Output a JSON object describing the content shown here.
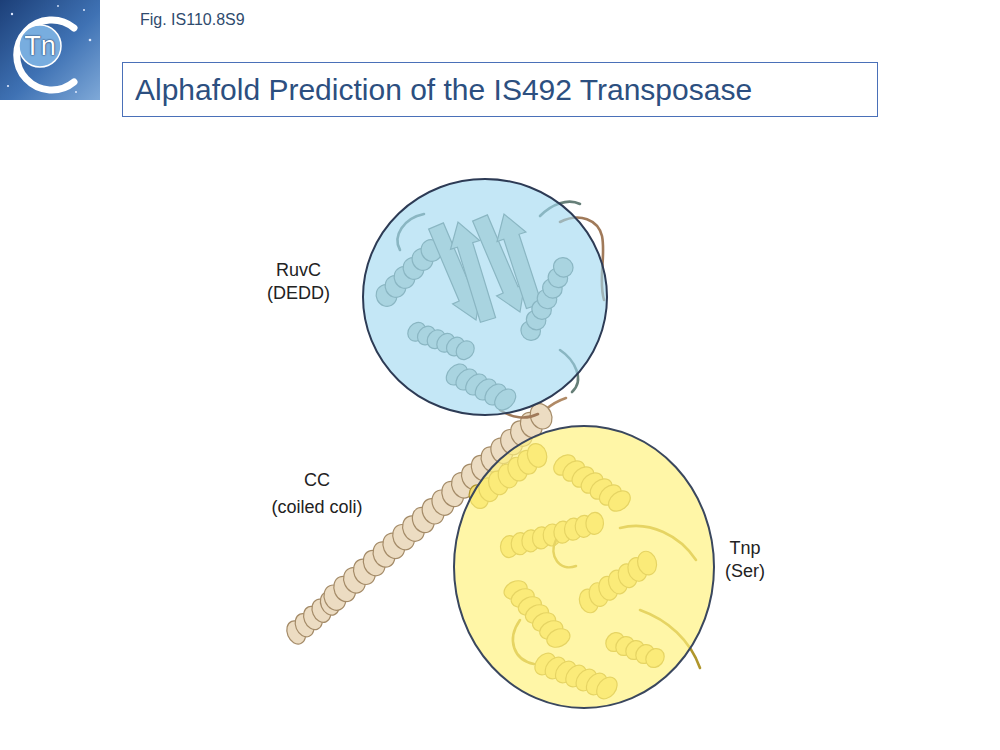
{
  "diagram": {
    "title": "Alphafold Prediction of the IS492 Transposase",
    "nodes": [
      {
        "text": [
          "RuvC (DEDD)"
        ]
      },
      {
        "text": [
          "Tnp (Ser)"
        ]
      }
    ],
    "labels": [
      "Tn",
      "Fig. IS110.8S9",
      "CC",
      "(coiled coli)"
    ]
  }
}
